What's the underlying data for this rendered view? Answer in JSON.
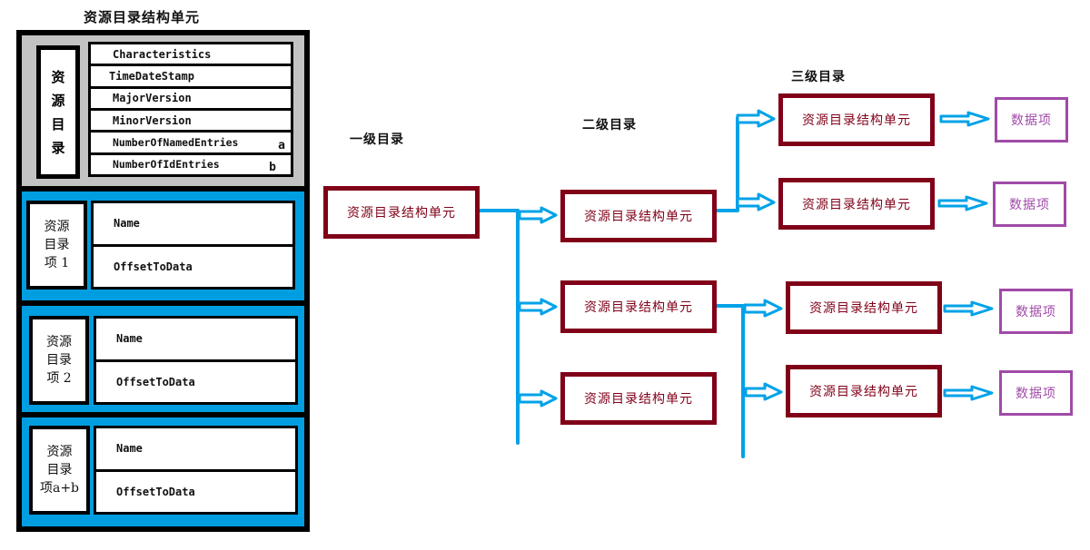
{
  "left_panel": {
    "title": "资源目录结构单元",
    "header": {
      "side_label_chars": [
        "资",
        "源",
        "目",
        "录"
      ],
      "fields": [
        {
          "name": "Characteristics",
          "suffix": ""
        },
        {
          "name": "TimeDateStamp",
          "suffix": ""
        },
        {
          "name": "MajorVersion",
          "suffix": ""
        },
        {
          "name": "MinorVersion",
          "suffix": ""
        },
        {
          "name": "NumberOfNamedEntries",
          "suffix": "a"
        },
        {
          "name": "NumberOfIdEntries",
          "suffix": "b"
        }
      ]
    },
    "entries": [
      {
        "label_lines": [
          "资源",
          "目录",
          "项 1"
        ],
        "fields": [
          "Name",
          "OffsetToData"
        ]
      },
      {
        "label_lines": [
          "资源",
          "目录",
          "项 2"
        ],
        "fields": [
          "Name",
          "OffsetToData"
        ]
      },
      {
        "label_lines": [
          "资源",
          "目录",
          "项a+b"
        ],
        "fields": [
          "Name",
          "OffsetToData"
        ]
      }
    ]
  },
  "tree": {
    "level_labels": [
      "一级目录",
      "二级目录",
      "三级目录"
    ],
    "level1": [
      "资源目录结构单元"
    ],
    "level2": [
      "资源目录结构单元",
      "资源目录结构单元",
      "资源目录结构单元"
    ],
    "level3": [
      "资源目录结构单元",
      "资源目录结构单元",
      "资源目录结构单元",
      "资源目录结构单元"
    ],
    "data_items": [
      "数据项",
      "数据项",
      "数据项",
      "数据项"
    ]
  },
  "colors": {
    "node_border": "#800018",
    "data_border": "#a04aa8",
    "connector": "#00a2e8",
    "entry_bg": "#009ee0",
    "header_bg": "#c3c3c3"
  }
}
